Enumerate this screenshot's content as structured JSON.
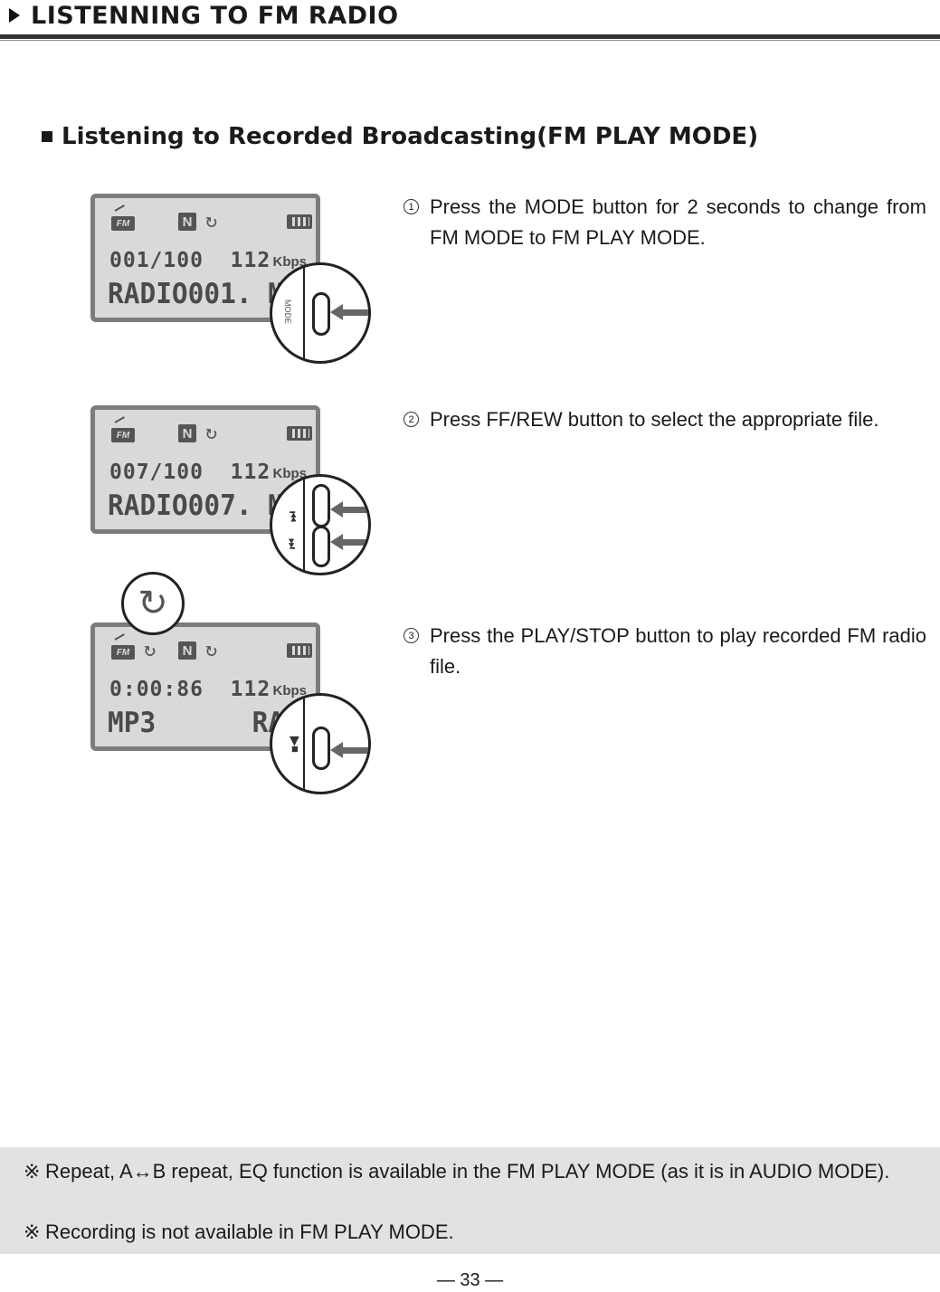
{
  "header": {
    "title": "LISTENNING TO FM RADIO"
  },
  "section": {
    "title": "Listening to Recorded Broadcasting(FM PLAY MODE)"
  },
  "screens": [
    {
      "icon_label": "FM",
      "n_label": "N",
      "line1": "001/100  112",
      "kbps": "Kbps",
      "line2": "RADIO001. M",
      "button_label": "MODE"
    },
    {
      "icon_label": "FM",
      "n_label": "N",
      "line1": "007/100  112",
      "kbps": "Kbps",
      "line2": "RADIO007. M"
    },
    {
      "icon_label": "FM",
      "n_label": "N",
      "line1": "0:00:86  112",
      "kbps": "Kbps",
      "line2": "MP3      RA"
    }
  ],
  "steps": [
    {
      "num": "1",
      "text": "Press the MODE button for 2 seconds to change from FM MODE to FM PLAY MODE."
    },
    {
      "num": "2",
      "text": "Press FF/REW button to select the appropriate file."
    },
    {
      "num": "3",
      "text": "Press the PLAY/STOP button to play recorded FM radio file."
    }
  ],
  "notes": [
    {
      "mark": "※",
      "text": "Repeat, A↔B repeat, EQ function is available in the FM PLAY MODE (as it is in AUDIO MODE)."
    },
    {
      "mark": "※",
      "text": "Recording is not available in FM PLAY MODE."
    }
  ],
  "footer": {
    "page_number": "— 33 —"
  }
}
